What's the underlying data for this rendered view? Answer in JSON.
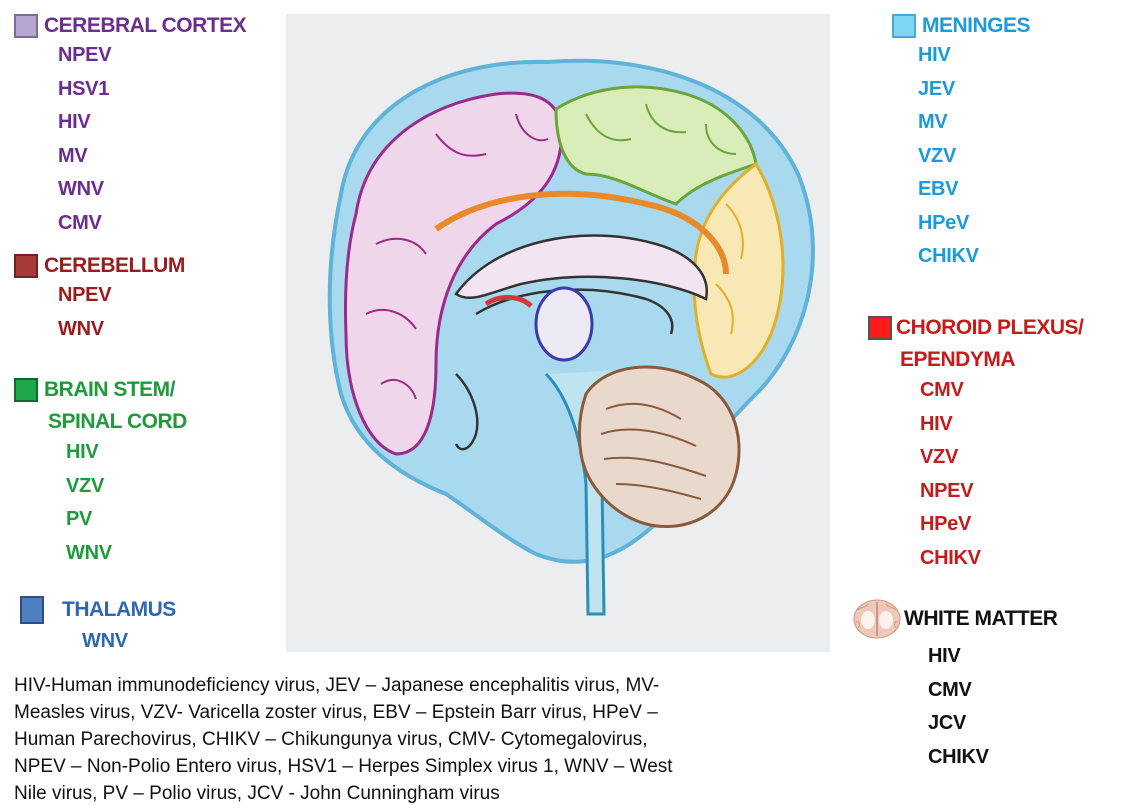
{
  "colors": {
    "cerebral_cortex": "#6b2d8e",
    "cerebellum": "#9b1c1c",
    "brain_stem": "#1f9a3c",
    "thalamus": "#2f67b1",
    "meninges": "#1b9bd7",
    "choroid": "#c51b1b",
    "white_matter": "#111111"
  },
  "left": {
    "cerebral_cortex": {
      "title": "CEREBRAL CORTEX",
      "items": [
        "NPEV",
        "HSV1",
        "HIV",
        "MV",
        "WNV",
        "CMV"
      ]
    },
    "cerebellum": {
      "title": "CEREBELLUM",
      "items": [
        "NPEV",
        "WNV"
      ]
    },
    "brain_stem": {
      "title_line1": "BRAIN STEM/",
      "title_line2": "SPINAL CORD",
      "items": [
        "HIV",
        "VZV",
        "PV",
        "WNV"
      ]
    },
    "thalamus": {
      "title": "THALAMUS",
      "items": [
        "WNV"
      ]
    }
  },
  "right": {
    "meninges": {
      "title": "MENINGES",
      "items": [
        "HIV",
        "JEV",
        "MV",
        "VZV",
        "EBV",
        "HPeV",
        "CHIKV"
      ]
    },
    "choroid": {
      "title_line1": "CHOROID PLEXUS/",
      "title_line2": "EPENDYMA",
      "items": [
        "CMV",
        "HIV",
        "VZV",
        "NPEV",
        "HPeV",
        "CHIKV"
      ]
    },
    "white_matter": {
      "title": "WHITE MATTER",
      "items": [
        "HIV",
        "CMV",
        "JCV",
        "CHIKV"
      ]
    }
  },
  "legend": {
    "line1": "HIV-Human immunodeficiency virus, JEV – Japanese encephalitis virus, MV-",
    "line2": "Measles virus, VZV- Varicella zoster virus, EBV – Epstein Barr virus, HPeV –",
    "line3": "Human Parechovirus,  CHIKV – Chikungunya virus,  CMV- Cytomegalovirus,",
    "line4": "NPEV – Non-Polio Entero virus,  HSV1 – Herpes Simplex virus 1, WNV – West",
    "line5": "Nile virus, PV – Polio virus, JCV - John Cunningham virus"
  }
}
